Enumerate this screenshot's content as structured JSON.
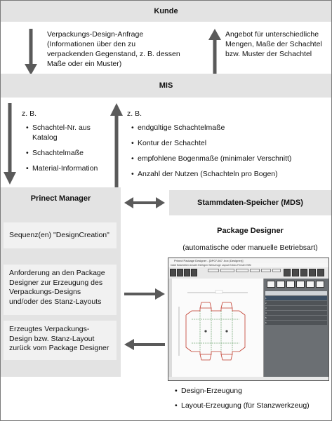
{
  "kunde": {
    "title": "Kunde"
  },
  "mis": {
    "title": "MIS"
  },
  "request_text": "Verpackungs-Design-Anfrage (Informationen über den zu verpackenden Gegenstand, z. B. dessen Maße oder ein Muster)",
  "offer_text": "Angebot für unterschiedliche Mengen, Maße der Schachtel bzw. Muster der Schachtel",
  "left_list": {
    "heading": "z. B.",
    "items": [
      "Schachtel-Nr. aus Katalog",
      "Schachtelmaße",
      "Material-Information"
    ]
  },
  "right_list": {
    "heading": "z. B.",
    "items": [
      "endgültige Schachtelmaße",
      "Kontur der Schachtel",
      "empfohlene Bogenmaße (minimaler Verschnitt)",
      "Anzahl der Nutzen (Schachteln pro Bogen)"
    ]
  },
  "prinect": {
    "title": "Prinect Manager",
    "sequence": "Sequenz(en) \"DesignCreation\"",
    "request": "Anforderung an den Package Designer zur Erzeugung des Verpackungs-Designs und/oder des Stanz-Layouts",
    "result": "Erzeugtes Verpackungs-Design bzw. Stanz-Layout zurück vom Package Designer"
  },
  "mds": {
    "title": "Stammdaten-Speicher (MDS)"
  },
  "package_designer": {
    "title": "Package Designer",
    "subtitle": "(automatische oder manuelle Betriebsart)",
    "outputs": [
      "Design-Erzeugung",
      "Layout-Erzeugung (für Stanzwerkzeug)"
    ]
  },
  "screenshot": {
    "window_title": "Prinect Package Designer - [DP07-567 .box (Designer)]",
    "menu": "Datei  Bearbeiten  Ansicht  Einfügen  Werkzeuge  Layout  Extras  Fenster  Hilfe",
    "rows": [
      "1",
      "2",
      "3",
      "4",
      "5",
      "6"
    ],
    "colors": {
      "ui_dark": "#4a4a4a",
      "canvas": "#fbfbfb",
      "die_red": "#c0392b",
      "die_green": "#2e7d32",
      "selection": "#3d4f63"
    }
  },
  "colors": {
    "box_fill": "#e3e3e3",
    "inner_fill": "#f1f1f1",
    "arrow": "#5a5a5a",
    "border": "#7a7a7a"
  }
}
